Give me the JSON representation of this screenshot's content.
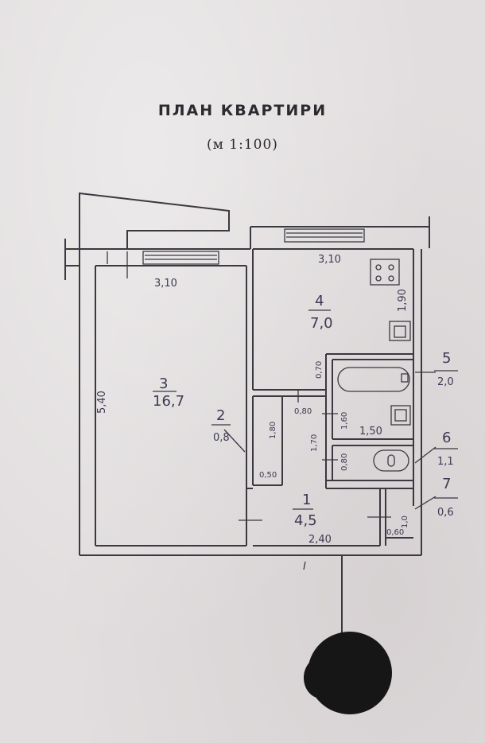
{
  "title": "ПЛАН КВАРТИРИ",
  "scale": "(м  1:100)",
  "rooms": [
    {
      "number": "1",
      "area": "4,5"
    },
    {
      "number": "2",
      "area": "0,8"
    },
    {
      "number": "3",
      "area": "16,7"
    },
    {
      "number": "4",
      "area": "7,0"
    },
    {
      "number": "5",
      "area": "2,0"
    },
    {
      "number": "6",
      "area": "1,1"
    },
    {
      "number": "7",
      "area": "0,6"
    }
  ],
  "dimensions": {
    "room3_width": "3,10",
    "room3_length": "5,40",
    "room4_width": "3,10",
    "room4_depth": "1,90",
    "hall_width": "2,40",
    "bath_width": "1,50",
    "bath_depth": "1,60",
    "closet_depth": "1,80",
    "closet_width": "0,80",
    "closet_lower": "0,50",
    "corridor_width": "0,70",
    "toilet_depth": "1,70",
    "toilet_width": "0,80",
    "storage_width": "0,60",
    "storage_depth": "1,0"
  }
}
